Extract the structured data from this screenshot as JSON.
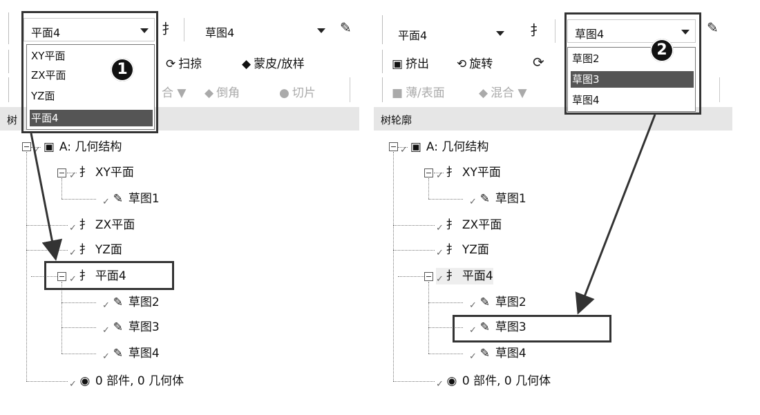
{
  "left": {
    "plane_combo": {
      "value": "平面4"
    },
    "sketch_combo": {
      "value": "草图4"
    },
    "toolbar_row2": {
      "sweep": "扫掠",
      "skin_loft": "蒙皮/放样"
    },
    "toolbar_row3": {
      "blend": "合 ▼",
      "chamfer": "倒角",
      "slice": "切片"
    },
    "header_label": "树",
    "dropdown": [
      "XY平面",
      "ZX平面",
      "YZ面",
      "平面4"
    ],
    "badge": "1",
    "tree": {
      "root": "A: 几何结构",
      "xy_plane": "XY平面",
      "sketch1": "草图1",
      "zx_plane": "ZX平面",
      "yz_plane": "YZ面",
      "plane4": "平面4",
      "sketch2": "草图2",
      "sketch3": "草图3",
      "sketch4": "草图4",
      "parts": "0 部件, 0 几何体"
    }
  },
  "right": {
    "plane_combo": {
      "value": "平面4"
    },
    "sketch_combo": {
      "value": "草图4"
    },
    "toolbar_row2": {
      "extrude": "挤出",
      "revolve": "旋转"
    },
    "toolbar_row3": {
      "thin_surface": "薄/表面",
      "blend": "混合 ▼"
    },
    "header_label": "树轮廓",
    "dropdown": [
      "草图2",
      "草图3",
      "草图4"
    ],
    "badge": "2",
    "tree": {
      "root": "A: 几何结构",
      "xy_plane": "XY平面",
      "sketch1": "草图1",
      "zx_plane": "ZX平面",
      "yz_plane": "YZ面",
      "plane4": "平面4",
      "sketch2": "草图2",
      "sketch3": "草图3",
      "sketch4": "草图4",
      "parts": "0 部件, 0 几何体"
    }
  },
  "icons": {
    "plane": "axis-plane-icon",
    "sketch": "sketch-icon",
    "geometry": "geometry-icon",
    "parts": "parts-icon"
  }
}
